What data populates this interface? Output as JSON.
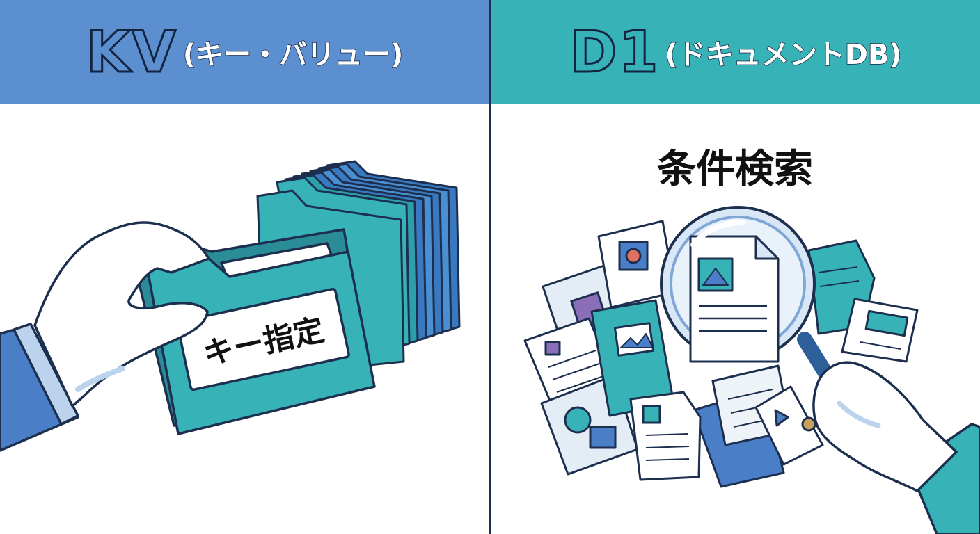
{
  "left": {
    "title": "KV",
    "subtitle": "(キー・バリュー)",
    "label": "キー指定",
    "colors": {
      "header": "#5b8fd0",
      "folder": "#37b3b8",
      "folder_back": "#3a79bf",
      "outline": "#1d2f4f"
    },
    "icons": [
      "hand-icon",
      "folder-icon",
      "folder-stack-icon"
    ]
  },
  "right": {
    "title": "D1",
    "subtitle": "(ドキュメントDB)",
    "label": "条件検索",
    "colors": {
      "header": "#37b3b8",
      "document": "#eef3f8",
      "accent": "#5b8fd0",
      "outline": "#1d2f4f"
    },
    "icons": [
      "magnifying-glass-icon",
      "document-icon",
      "image-icon",
      "hand-icon"
    ]
  }
}
